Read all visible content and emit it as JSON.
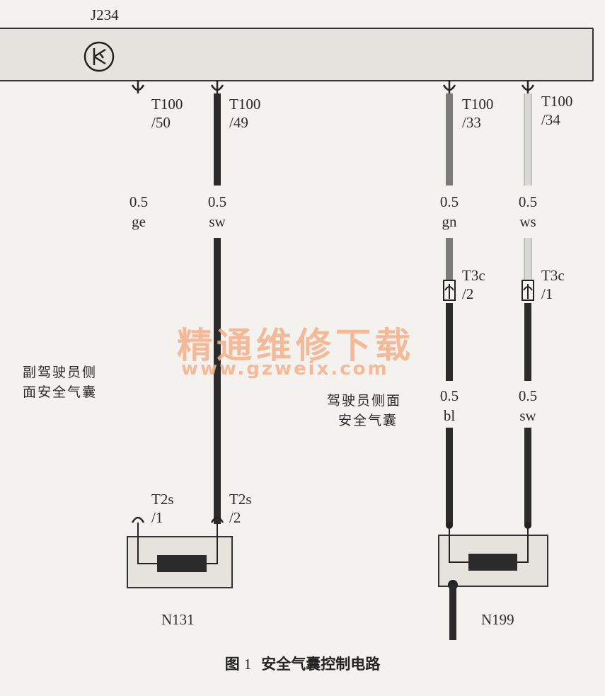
{
  "module": {
    "id": "J234"
  },
  "connectors": {
    "c50": {
      "name": "T100",
      "pin": "/50"
    },
    "c49": {
      "name": "T100",
      "pin": "/49"
    },
    "c33": {
      "name": "T100",
      "pin": "/33"
    },
    "c34": {
      "name": "T100",
      "pin": "/34"
    },
    "t3c2": {
      "name": "T3c",
      "pin": "/2"
    },
    "t3c1": {
      "name": "T3c",
      "pin": "/1"
    },
    "t2s1": {
      "name": "T2s",
      "pin": "/1"
    },
    "t2s2": {
      "name": "T2s",
      "pin": "/2"
    }
  },
  "wires": {
    "w50": {
      "size": "0.5",
      "color": "ge"
    },
    "w49": {
      "size": "0.5",
      "color": "sw"
    },
    "w33": {
      "size": "0.5",
      "color": "gn"
    },
    "w34": {
      "size": "0.5",
      "color": "ws"
    },
    "w33b": {
      "size": "0.5",
      "color": "bl"
    },
    "w34b": {
      "size": "0.5",
      "color": "sw"
    }
  },
  "components": {
    "passenger": {
      "id": "N131",
      "desc_line1": "副驾驶员侧",
      "desc_line2": "面安全气囊"
    },
    "driver": {
      "id": "N199",
      "desc_line1": "驾驶员侧面",
      "desc_line2": "安全气囊"
    }
  },
  "watermark": {
    "line1": "精通维修下载",
    "line2": "www.gzweix.com"
  },
  "caption": {
    "prefix": "图",
    "number": "1",
    "title": "安全气囊控制电路"
  },
  "colors": {
    "background": "#f4f2ee",
    "bar_fill": "#e6e3de",
    "wire_sw": "#2b2b2b",
    "wire_gn": "#7a7a7a",
    "wire_ws": "#d8d8d8",
    "watermark": "#f5b08a"
  }
}
